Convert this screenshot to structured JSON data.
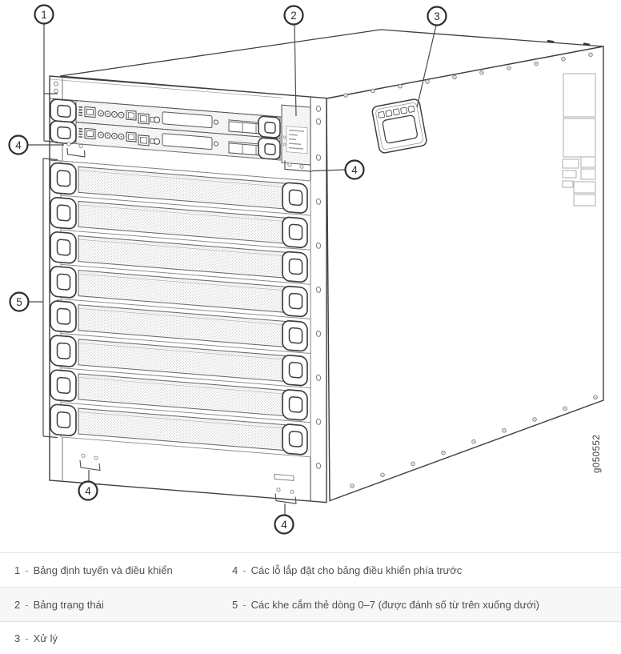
{
  "figure": {
    "type": "hardware-chassis-front-perspective",
    "id_label": "g050552",
    "slot_count": 8,
    "routing_engine_count": 2
  },
  "callouts": [
    {
      "n": "1"
    },
    {
      "n": "2"
    },
    {
      "n": "3"
    },
    {
      "n": "4"
    },
    {
      "n": "4"
    },
    {
      "n": "4"
    },
    {
      "n": "4"
    },
    {
      "n": "5"
    }
  ],
  "legend": {
    "separator": "-",
    "rows": [
      {
        "cells": [
          {
            "num": "1",
            "text": "Bảng định tuyến và điều khiển"
          },
          {
            "num": "4",
            "text": "Các lỗ lắp đặt cho bảng điều khiển phía trước"
          }
        ]
      },
      {
        "cells": [
          {
            "num": "2",
            "text": "Bảng trạng thái"
          },
          {
            "num": "5",
            "text": "Các khe cắm thẻ dòng 0–7 (được đánh số từ trên xuống dưới)"
          }
        ]
      },
      {
        "cells": [
          {
            "num": "3",
            "text": "Xử lý"
          },
          {
            "num": "",
            "text": ""
          }
        ]
      }
    ]
  },
  "colors": {
    "line": "#3f3f3f",
    "thin_line": "#555555",
    "dot_texture": "#c4c4c4",
    "legend_text": "#4f4f4f",
    "legend_divider": "#e3e3e3",
    "legend_alt_row_bg": "#f7f7f7"
  }
}
